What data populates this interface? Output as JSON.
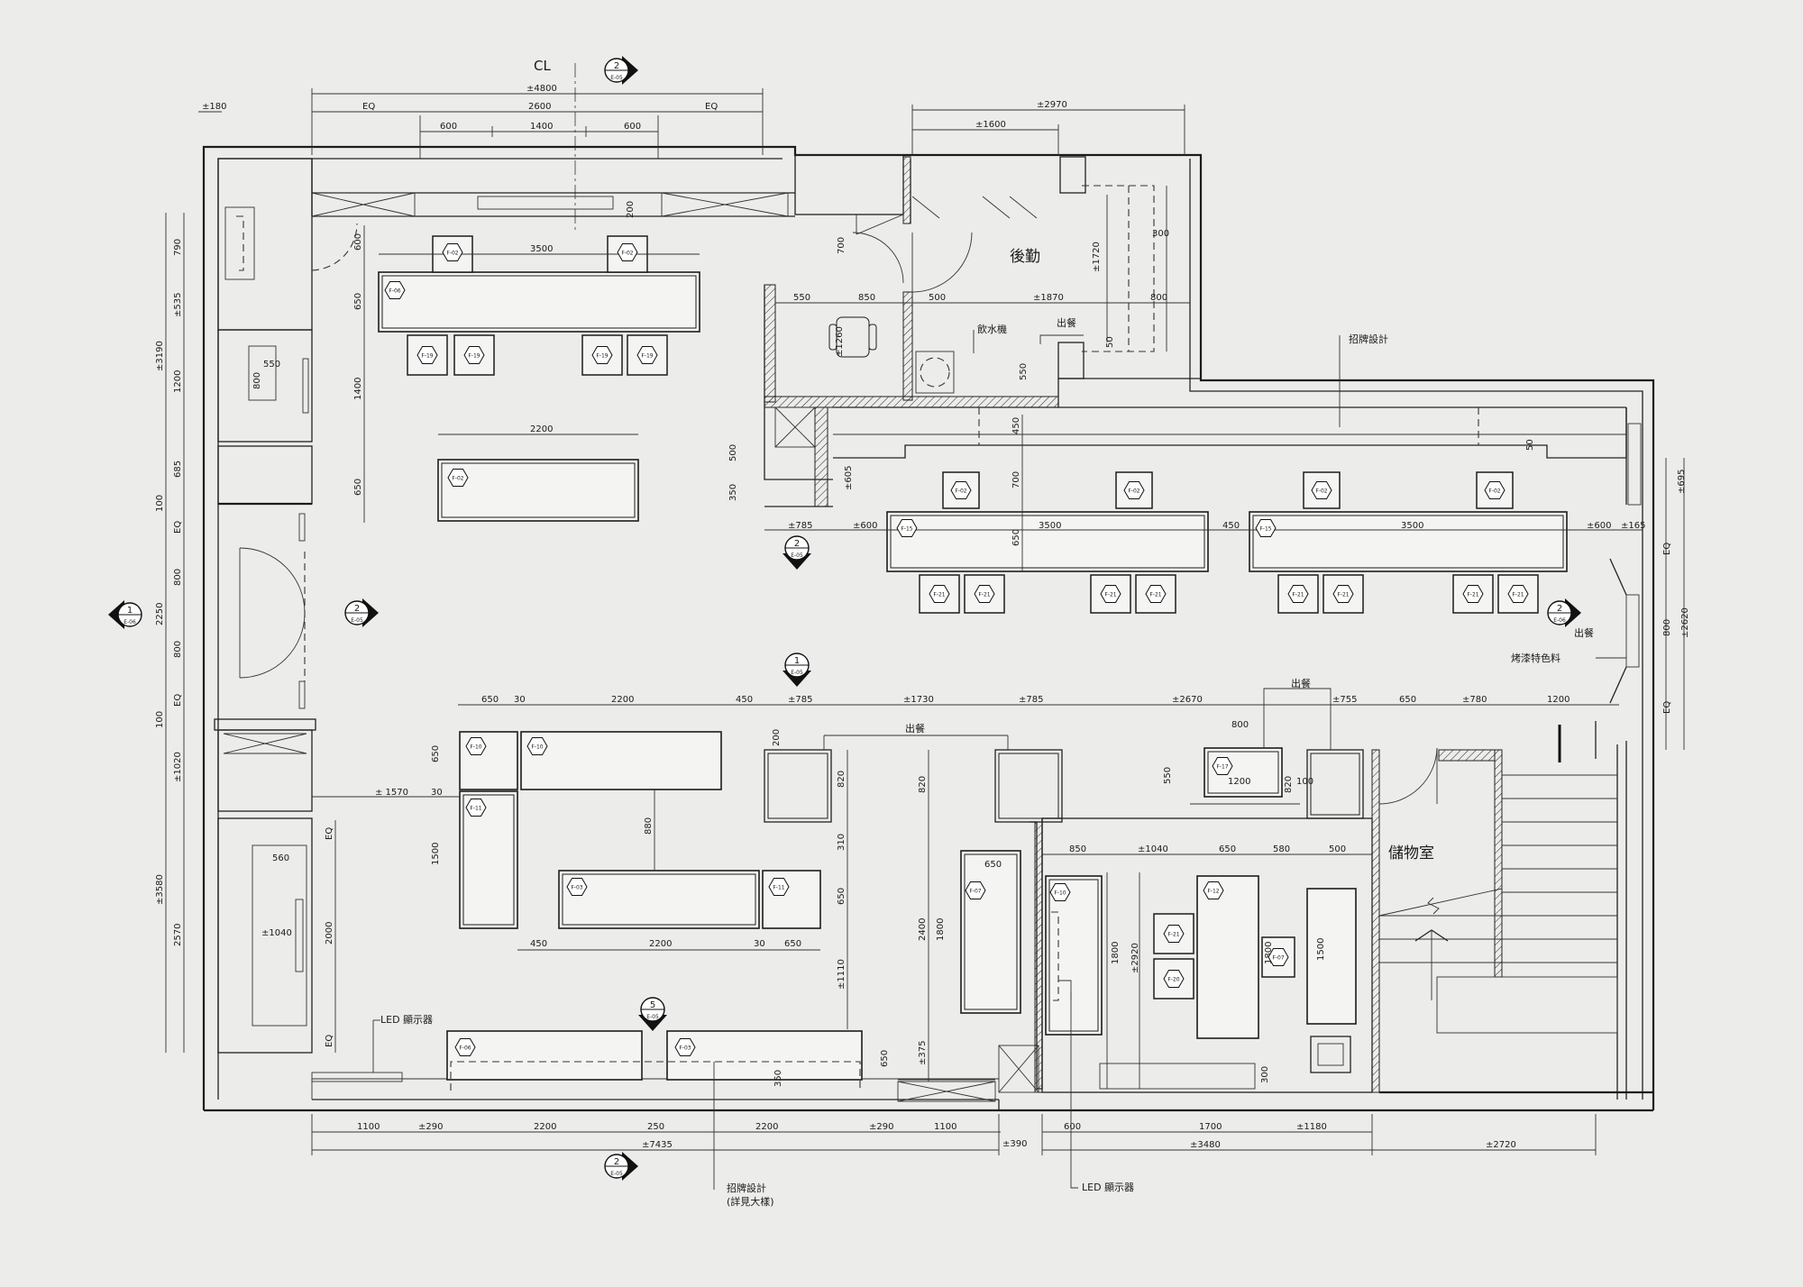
{
  "centerline_label": "CL",
  "room_labels": {
    "kitchen": "後勤",
    "storage": "儲物室"
  },
  "callouts": {
    "water_dispenser": "飲水機",
    "pass_top": "出餐",
    "pass_mid": "出餐",
    "pass_right_top": "出餐",
    "pass_right": "出餐",
    "signage": "招牌設計",
    "led_left": "LED 顯示器",
    "led_right": "LED 顯示器",
    "bottom_sign_1": "招牌設計",
    "bottom_sign_2": "(詳見大樣)",
    "finish_right": "烤漆特色料"
  },
  "dims": {
    "top_total": "±4800",
    "top_eq_l": "EQ",
    "top_2600": "2600",
    "top_eq_r": "EQ",
    "top_600a": "600",
    "top_1400": "1400",
    "top_600b": "600",
    "top_2970": "±2970",
    "top_1600": "±1600",
    "left_180": "±180",
    "left_3190": "±3190",
    "left_790": "790",
    "left_535": "±535",
    "left_1200": "1200",
    "left_685": "685",
    "left_100a": "100",
    "left_2250": "2250",
    "left_eq_a": "EQ",
    "left_800a": "800",
    "left_800b": "800",
    "left_eq_b": "EQ",
    "left_100b": "100",
    "left_3580": "±3580",
    "left_1020": "±1020",
    "left_2570": "2570",
    "table1_3500": "3500",
    "t1_600": "600",
    "t1_650": "650",
    "t1_1400": "1400",
    "t1_650b": "650",
    "table2_2200": "2200",
    "storeroom_550": "550",
    "storeroom_800": "800",
    "kit_200": "200",
    "kit_700": "700",
    "kit_550": "550",
    "kit_850": "850",
    "kit_500": "500",
    "kit_1870": "±1870",
    "kit_800": "800",
    "kit_1720": "±1720",
    "kit_300": "300",
    "kit_1260": "±1260",
    "kit_550b": "550",
    "kit_50": "50",
    "col_500": "500",
    "col_350": "350",
    "col_605": "±605",
    "mid_785": "±785",
    "mid_600": "±600",
    "mid_3500a": "3500",
    "mid_450": "450",
    "mid_3500b": "3500",
    "mid_600b": "±600",
    "mid_165": "±165",
    "mid_450v": "450",
    "mid_700v": "700",
    "mid_650v": "650",
    "mid_50": "50",
    "right_695": "±695",
    "right_2620": "±2620",
    "right_eq_a": "EQ",
    "right_800": "800",
    "right_eq_b": "EQ",
    "row_650": "650",
    "row_30": "30",
    "row_2200": "2200",
    "row_450": "450",
    "row_785a": "±785",
    "row_1730": "±1730",
    "row_785b": "±785",
    "row_2670": "±2670",
    "row_755": "±755",
    "row_650b": "650",
    "row_780": "±780",
    "row_1200": "1200",
    "b_1570": "± 1570",
    "b_30": "30",
    "b_650": "650",
    "b_1500": "1500",
    "b_880": "880",
    "b_450": "450",
    "b_2200": "2200",
    "b_30b": "30",
    "b_650b": "650",
    "c_200": "200",
    "c_820": "820",
    "c_310": "310",
    "c_650": "650",
    "c_1110": "±1110",
    "c_650b": "650",
    "c_820b": "820",
    "c_2400": "2400",
    "c_1800": "1800",
    "c_375": "±375",
    "c_650t": "650",
    "d_850": "850",
    "d_1040": "±1040",
    "d_650": "650",
    "d_580": "580",
    "d_500": "500",
    "d_1800": "1800",
    "d_2920": "±2920",
    "d_1800b": "1800",
    "d_1500": "1500",
    "d_300": "300",
    "e_800": "800",
    "e_550": "550",
    "e_1200": "1200",
    "e_820": "820",
    "e_100": "100",
    "s_560": "560",
    "s_1040": "±1040",
    "s_2000": "2000",
    "s_eq_a": "EQ",
    "s_eq_b": "EQ",
    "sign_350": "350",
    "bot_1100a": "1100",
    "bot_290a": "±290",
    "bot_2200a": "2200",
    "bot_250": "250",
    "bot_2200b": "2200",
    "bot_290b": "±290",
    "bot_1100b": "1100",
    "bot_390": "±390",
    "bot_600": "600",
    "bot_1700": "1700",
    "bot_1180": "±1180",
    "bot_7435": "±7435",
    "bot_3480": "±3480",
    "bot_2720": "±2720"
  },
  "section_markers": [
    {
      "num": "2",
      "sheet": "E-05"
    },
    {
      "num": "2",
      "sheet": "E-05"
    },
    {
      "num": "1",
      "sheet": "E-06"
    },
    {
      "num": "2",
      "sheet": "E-05"
    },
    {
      "num": "1",
      "sheet": "E-05"
    },
    {
      "num": "2",
      "sheet": "E-06"
    },
    {
      "num": "5",
      "sheet": "E-05"
    },
    {
      "num": "2",
      "sheet": "E-05"
    }
  ],
  "furniture_tags": {
    "chair_top": "F-02",
    "table_top": "F-06",
    "stool": "F-19",
    "table_mid": "F-02",
    "chair_mid": "F-02",
    "table_right": "F-15",
    "stool_mid": "F-21",
    "sofa_a": "F-10",
    "sofa_b": "F-10",
    "sofa_c": "F-11",
    "table_c": "F-03",
    "table_d": "F-11",
    "booth_1": "F-07",
    "booth_2": "F-10",
    "booth_3": "F-12",
    "booth_4": "F-21",
    "booth_5": "F-20",
    "counter_1": "F-17",
    "window_1": "F-06",
    "window_2": "F-03"
  }
}
